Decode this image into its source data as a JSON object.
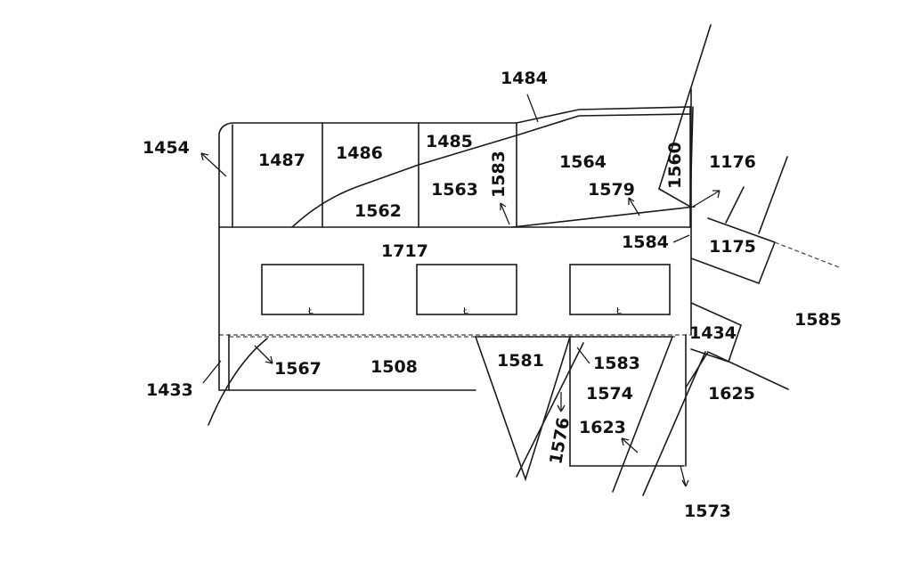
{
  "labels": {
    "p1454": "1454",
    "p1487": "1487",
    "p1486": "1486",
    "p1485": "1485",
    "p1484": "1484",
    "p1562": "1562",
    "p1563": "1563",
    "p1583a": "1583",
    "p1564": "1564",
    "p1579": "1579",
    "p1560": "1560",
    "p1176": "1176",
    "p1584": "1584",
    "p1175": "1175",
    "p1717": "1717",
    "p1585": "1585",
    "p1434": "1434",
    "p1433": "1433",
    "p1567": "1567",
    "p1508": "1508",
    "p1581": "1581",
    "p1583b": "1583",
    "p1574": "1574",
    "p1625": "1625",
    "p1623": "1623",
    "p1576": "1576",
    "p1573": "1573"
  },
  "building_marks": [
    "Ł",
    "Ł",
    "Ł"
  ]
}
